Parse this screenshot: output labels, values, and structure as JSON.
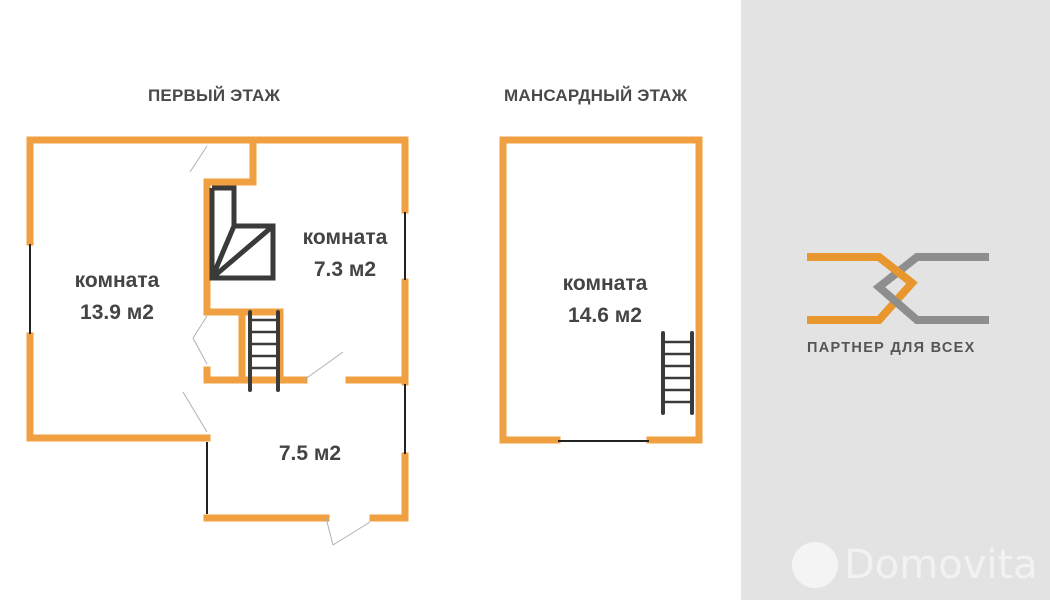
{
  "colors": {
    "wall": "#f0a040",
    "fixture": "#3a3a3a",
    "text": "#444444",
    "panel_bg": "#e3e3e3",
    "logo_orange": "#e8962e",
    "logo_gray": "#8e8e8e"
  },
  "first_floor": {
    "title": "ПЕРВЫЙ ЭТАЖ",
    "rooms": [
      {
        "name": "комната",
        "area": "13.9 м2"
      },
      {
        "name": "комната",
        "area": "7.3 м2"
      },
      {
        "name": "",
        "area": "7.5 м2"
      }
    ]
  },
  "attic_floor": {
    "title": "МАНСАРДНЫЙ ЭТАЖ",
    "rooms": [
      {
        "name": "комната",
        "area": "14.6 м2"
      }
    ]
  },
  "side_panel": {
    "partner_logo": "partner-logo-icon",
    "partner_text": "ПАРТНЕР ДЛЯ ВСЕХ",
    "watermark": "Domovita"
  }
}
